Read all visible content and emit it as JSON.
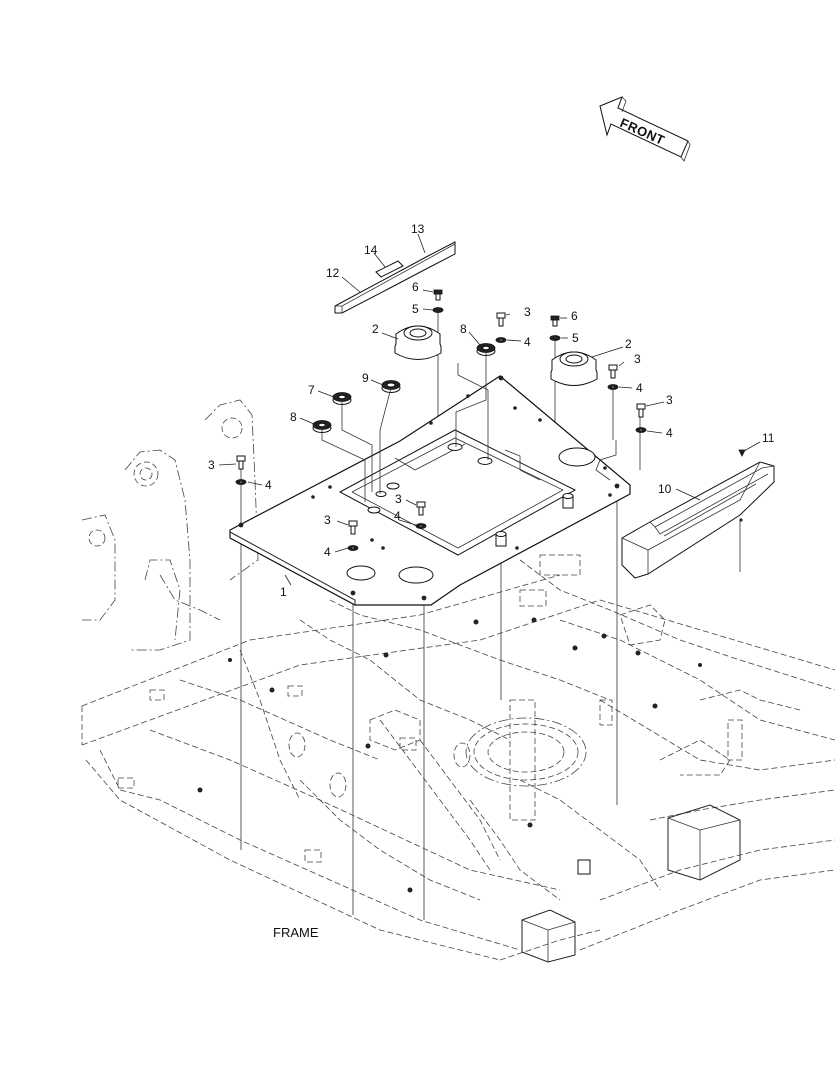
{
  "diagram": {
    "caption": "FRAME",
    "direction_arrow": {
      "label": "FRONT"
    },
    "callouts": [
      {
        "id": "c1",
        "label": "1"
      },
      {
        "id": "c2a",
        "label": "2"
      },
      {
        "id": "c2b",
        "label": "2"
      },
      {
        "id": "c3a",
        "label": "3"
      },
      {
        "id": "c3b",
        "label": "3"
      },
      {
        "id": "c3c",
        "label": "3"
      },
      {
        "id": "c3d",
        "label": "3"
      },
      {
        "id": "c3e",
        "label": "3"
      },
      {
        "id": "c3f",
        "label": "3"
      },
      {
        "id": "c4a",
        "label": "4"
      },
      {
        "id": "c4b",
        "label": "4"
      },
      {
        "id": "c4c",
        "label": "4"
      },
      {
        "id": "c4d",
        "label": "4"
      },
      {
        "id": "c4e",
        "label": "4"
      },
      {
        "id": "c4f",
        "label": "4"
      },
      {
        "id": "c5a",
        "label": "5"
      },
      {
        "id": "c5b",
        "label": "5"
      },
      {
        "id": "c6a",
        "label": "6"
      },
      {
        "id": "c6b",
        "label": "6"
      },
      {
        "id": "c7",
        "label": "7"
      },
      {
        "id": "c8a",
        "label": "8"
      },
      {
        "id": "c8b",
        "label": "8"
      },
      {
        "id": "c9",
        "label": "9"
      },
      {
        "id": "c10",
        "label": "10"
      },
      {
        "id": "c11",
        "label": "11"
      },
      {
        "id": "c12",
        "label": "12"
      },
      {
        "id": "c13",
        "label": "13"
      },
      {
        "id": "c14",
        "label": "14"
      }
    ]
  }
}
